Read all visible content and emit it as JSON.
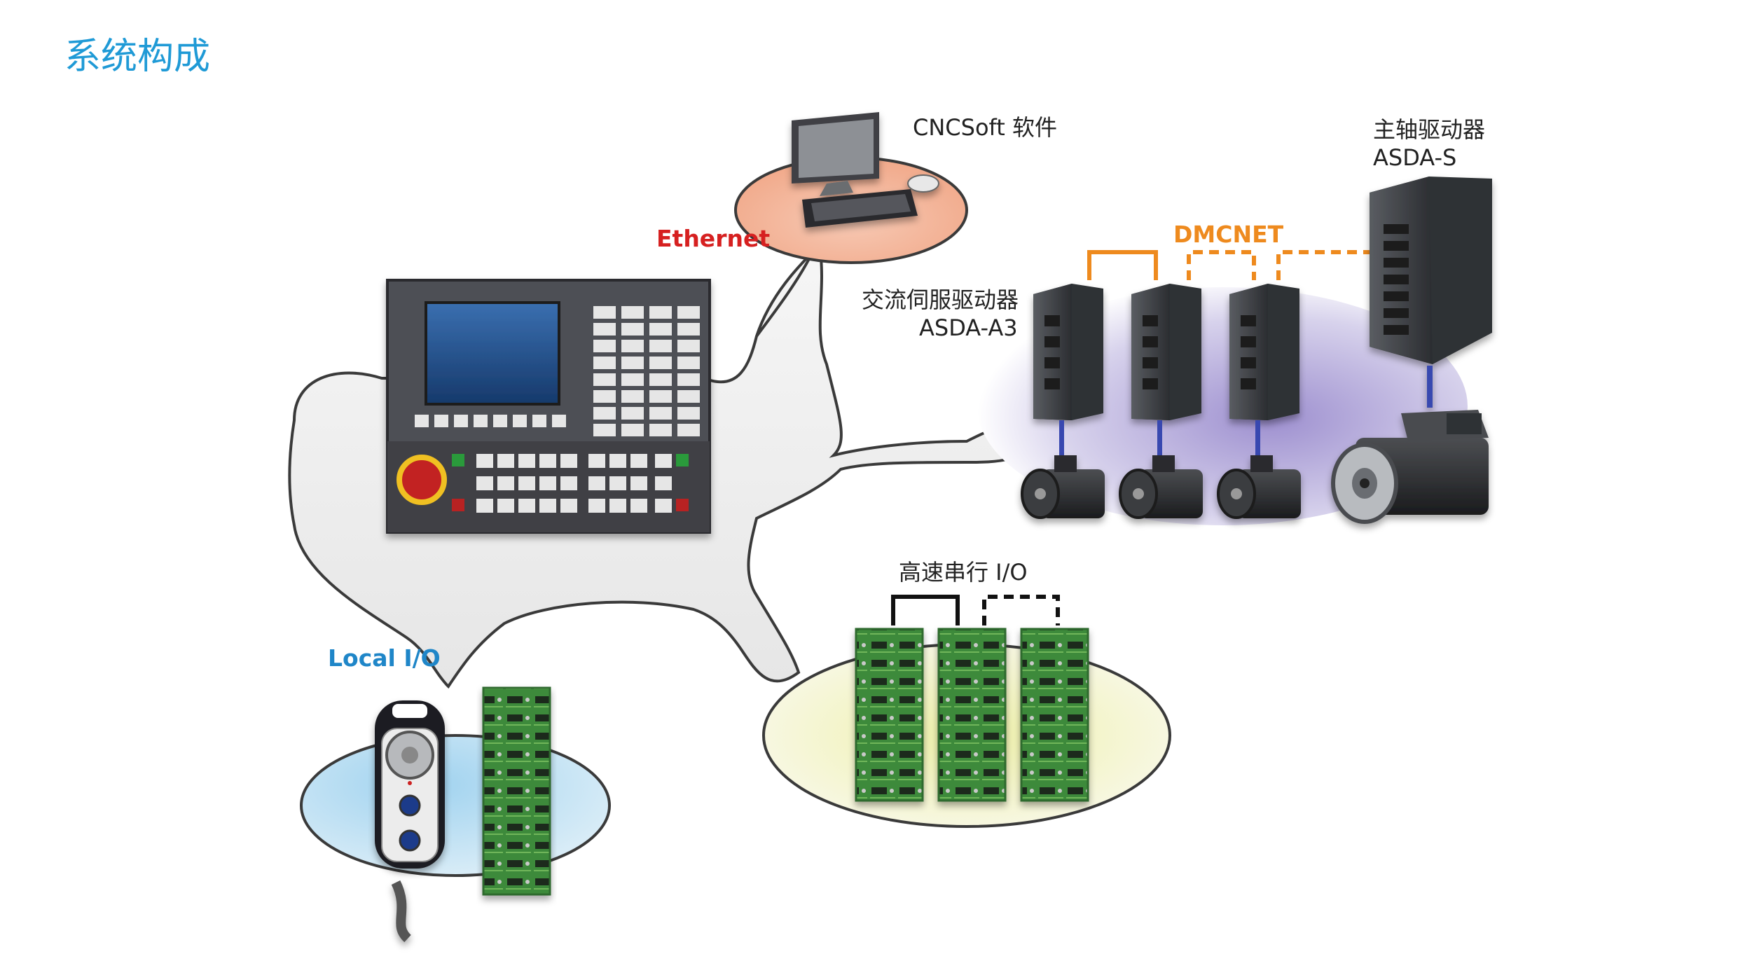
{
  "title": "系统构成",
  "labels": {
    "software": "CNCSoft 软件",
    "ethernet": "Ethernet",
    "dmcnet": "DMCNET",
    "spindle_name": "主轴驱动器",
    "spindle_model": "ASDA-S",
    "servo_name": "交流伺服驱动器",
    "servo_model": "ASDA-A3",
    "serial_io": "高速串行 I/O",
    "local_io": "Local I/O"
  },
  "colors": {
    "title": "#1f9ad6",
    "ethernet": "#d62020",
    "dmcnet": "#ee8a1e",
    "local_io": "#1f86c8",
    "text": "#222222"
  },
  "icons": {
    "pc": "desktop-computer-icon",
    "controller": "cnc-controller-icon",
    "servo": "servo-drive-icon",
    "motor": "servo-motor-icon",
    "io": "io-module-icon",
    "mpg": "handwheel-pendant-icon"
  }
}
